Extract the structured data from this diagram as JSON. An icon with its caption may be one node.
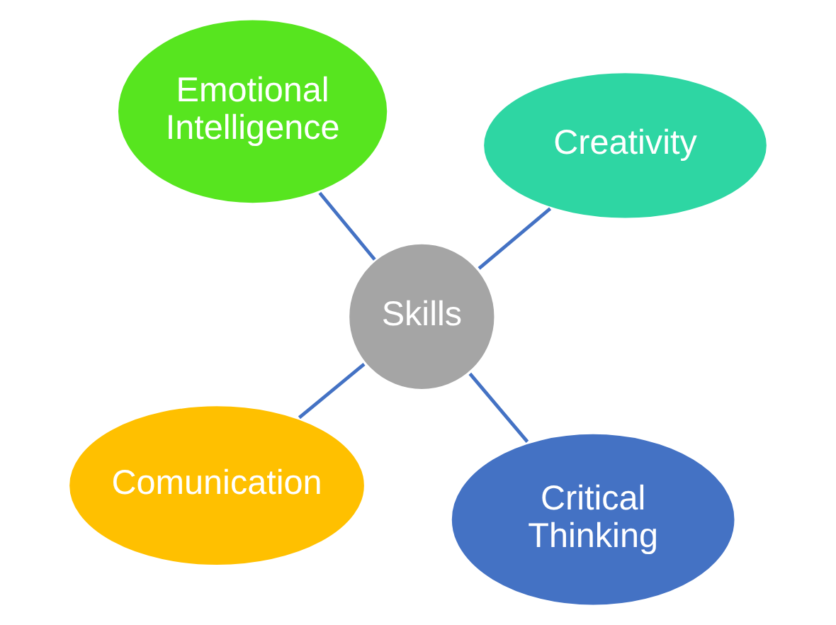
{
  "diagram": {
    "nodes": [
      {
        "text": [
          "Comunication"
        ]
      },
      {
        "text": [
          "Critical Thinking"
        ]
      },
      {
        "text": [
          "Skills"
        ]
      },
      {
        "text": [
          "Emotional Intelligence"
        ]
      },
      {
        "text": [
          "Creativity"
        ]
      }
    ],
    "edges": [
      {
        "from": 2,
        "to": 0,
        "arrow": "none"
      },
      {
        "from": 2,
        "to": 1,
        "arrow": "none"
      },
      {
        "from": 2,
        "to": 3,
        "arrow": "none"
      },
      {
        "from": 2,
        "to": 4,
        "arrow": "none"
      }
    ]
  }
}
